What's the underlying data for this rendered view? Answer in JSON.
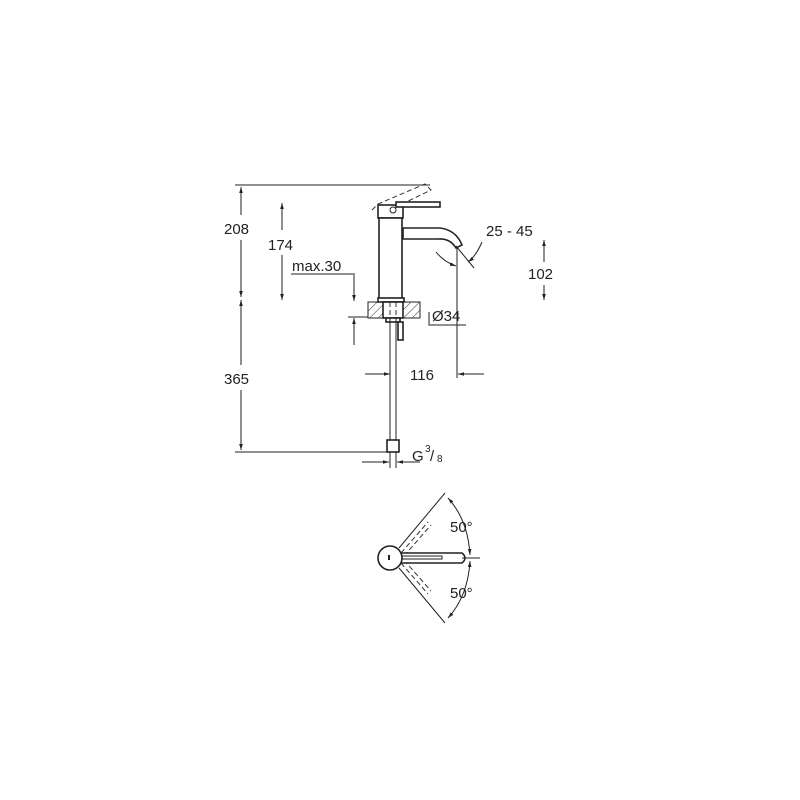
{
  "drawing": {
    "side_view": {
      "dim_total_height": "208",
      "dim_spout_height": "174",
      "dim_max_thickness": "max.30",
      "dim_spout_angle": "25 - 45",
      "dim_spout_clearance": "102",
      "dim_base_diameter": "Ø34",
      "dim_hose_length": "365",
      "dim_spout_reach": "116",
      "connection_thread_prefix": "G",
      "connection_thread_num": "3",
      "connection_thread_den": "8"
    },
    "top_view": {
      "angle_upper": "50°",
      "angle_lower": "50°"
    }
  }
}
